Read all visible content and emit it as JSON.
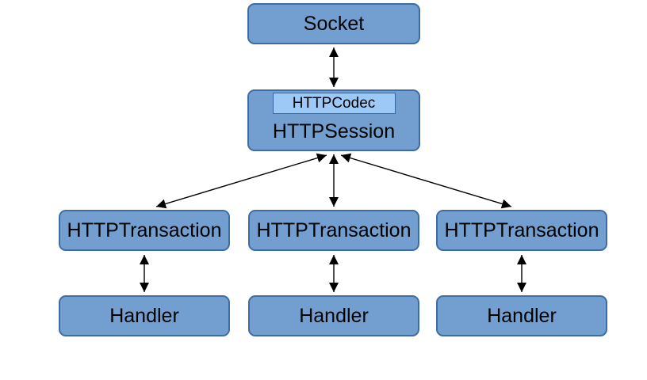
{
  "diagram": {
    "background": "#ffffff",
    "colors": {
      "node_fill": "#729fcf",
      "node_border": "#3e6ca5",
      "codec_fill": "#9cc9f5",
      "codec_border": "#3465a4",
      "arrow": "#000000",
      "text": "#000000"
    },
    "nodes": {
      "socket": {
        "label": "Socket"
      },
      "session": {
        "label": "HTTPSession"
      },
      "codec": {
        "label": "HTTPCodec"
      },
      "transactions": [
        {
          "label": "HTTPTransaction"
        },
        {
          "label": "HTTPTransaction"
        },
        {
          "label": "HTTPTransaction"
        }
      ],
      "handlers": [
        {
          "label": "Handler"
        },
        {
          "label": "Handler"
        },
        {
          "label": "Handler"
        }
      ]
    },
    "edges": [
      {
        "from": "Socket",
        "to": "HTTPSession",
        "type": "bidirectional"
      },
      {
        "from": "HTTPSession",
        "to": "HTTPTransaction-1",
        "type": "bidirectional"
      },
      {
        "from": "HTTPSession",
        "to": "HTTPTransaction-2",
        "type": "bidirectional"
      },
      {
        "from": "HTTPSession",
        "to": "HTTPTransaction-3",
        "type": "bidirectional"
      },
      {
        "from": "HTTPTransaction-1",
        "to": "Handler-1",
        "type": "bidirectional"
      },
      {
        "from": "HTTPTransaction-2",
        "to": "Handler-2",
        "type": "bidirectional"
      },
      {
        "from": "HTTPTransaction-3",
        "to": "Handler-3",
        "type": "bidirectional"
      }
    ]
  }
}
